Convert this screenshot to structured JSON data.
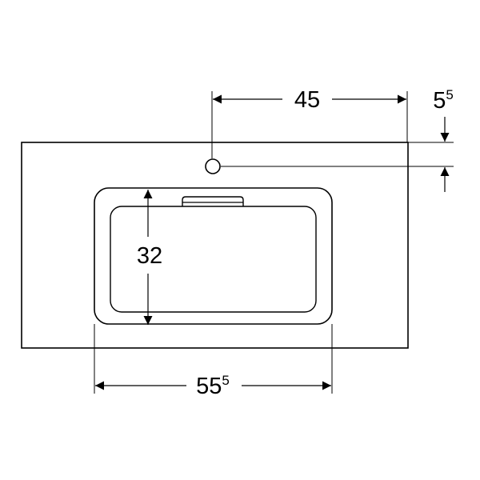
{
  "dimensions": {
    "top_width": "45",
    "hole_offset": {
      "base": "5",
      "sup": "5"
    },
    "basin_depth": "32",
    "basin_width": {
      "base": "55",
      "sup": "5"
    }
  },
  "colors": {
    "line": "#000000",
    "background": "#ffffff"
  }
}
